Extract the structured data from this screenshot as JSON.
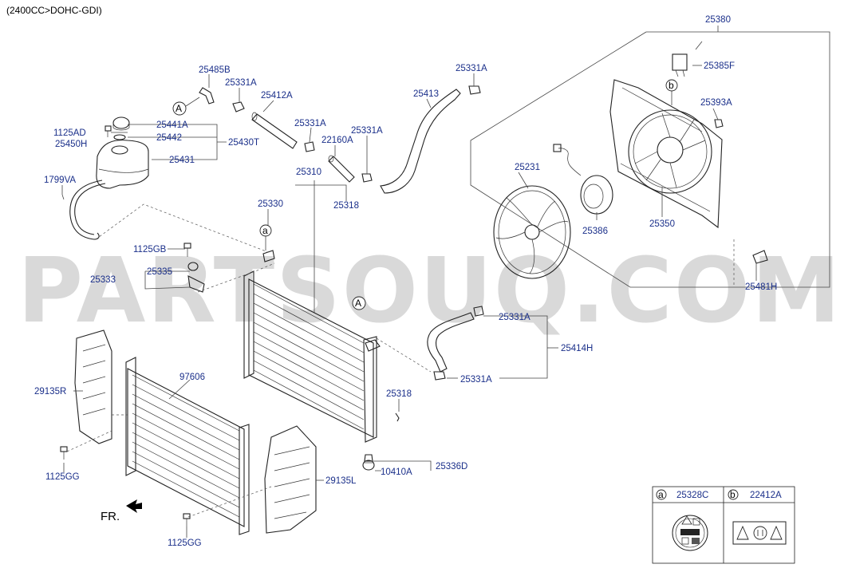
{
  "header": {
    "engine_text": "(2400CC>DOHC-GDI)"
  },
  "watermark": "PARTSOUQ.COM",
  "direction_label": "FR.",
  "callouts": {
    "a": "a",
    "b": "b",
    "A": "A"
  },
  "labels": {
    "p25380": "25380",
    "p25485B": "25485B",
    "p25331A_1": "25331A",
    "p25331A_top": "25331A",
    "p25385F": "25385F",
    "p25412A": "25412A",
    "p25413": "25413",
    "p25393A": "25393A",
    "p1125AD": "1125AD",
    "p25441A": "25441A",
    "p25331A_2": "25331A",
    "p25331A_3": "25331A",
    "p25450H": "25450H",
    "p25442": "25442",
    "p22160A": "22160A",
    "p25430T": "25430T",
    "p25431": "25431",
    "p25231": "25231",
    "p1799VA": "1799VA",
    "p25310": "25310",
    "p25318_1": "25318",
    "p25330": "25330",
    "p25350": "25350",
    "p25386": "25386",
    "p1125GB": "1125GB",
    "p25335": "25335",
    "p25333": "25333",
    "p25481H": "25481H",
    "p25331A_4": "25331A",
    "p25414H": "25414H",
    "p25331A_5": "25331A",
    "p29135R": "29135R",
    "p97606": "97606",
    "p25318_2": "25318",
    "p1125GG_1": "1125GG",
    "p10410A": "10410A",
    "p25336D": "25336D",
    "p29135L": "29135L",
    "p1125GG_2": "1125GG"
  },
  "legend": {
    "a_code": "25328C",
    "b_code": "22412A"
  }
}
